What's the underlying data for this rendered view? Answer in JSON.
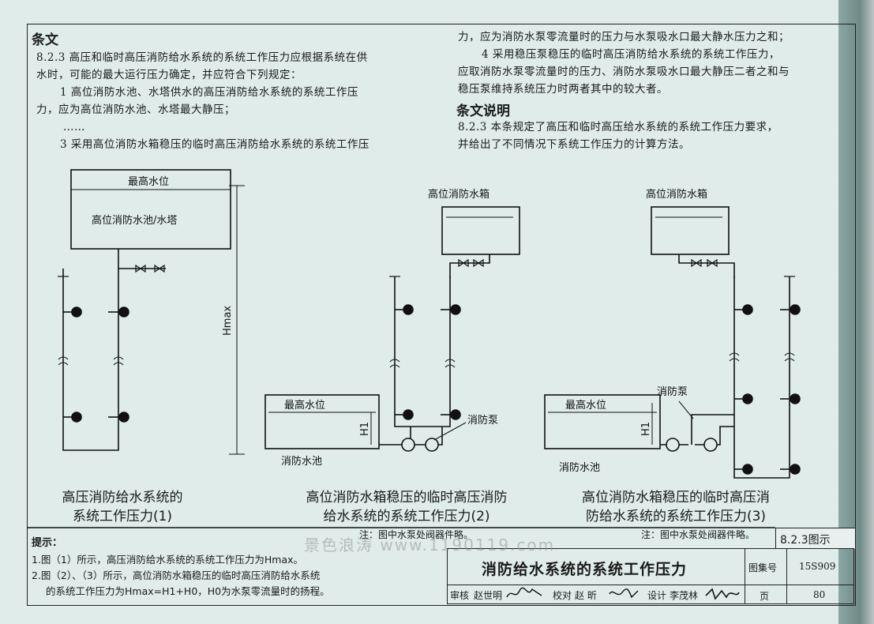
{
  "clause": {
    "heading": "条文",
    "lines": [
      "8.2.3 高压和临时高压消防给水系统的系统工作压力应根据系统在供",
      "水时，可能的最大运行压力确定，并应符合下列规定：",
      "1 高位消防水池、水塔供水的高压消防给水系统的系统工作压",
      "力，应为高位消防水池、水塔最大静压；",
      "……",
      "3 采用高位消防水箱稳压的临时高压消防给水系统的系统工作压"
    ],
    "right_lines": [
      "力，应为消防水泵零流量时的压力与水泵吸水口最大静水压力之和；",
      "4 采用稳压泵稳压的临时高压消防给水系统的系统工作压力，",
      "应取消防水泵零流量时的压力、消防水泵吸水口最大静压二者之和与",
      "稳压泵维持系统压力时两者其中的较大者。"
    ]
  },
  "explanation": {
    "heading": "条文说明",
    "lines": [
      "8.2.3 本条规定了高压和临时高压给水系统的系统工作压力要求，",
      "并给出了不同情况下系统工作压力的计算方法。"
    ]
  },
  "diagrams": {
    "d1": {
      "top_label": "最高水位",
      "tank_label": "高位消防水池/水塔",
      "dim_label": "Hmax"
    },
    "d2": {
      "tank_label": "高位消防水箱",
      "water_level": "最高水位",
      "pool_label": "消防水池",
      "pump_label": "消防泵",
      "dim_label": "H1"
    },
    "d3": {
      "tank_label": "高位消防水箱",
      "water_level": "最高水位",
      "pool_label": "消防水池",
      "pump_label": "消防泵",
      "dim_label": "H1"
    }
  },
  "captions": {
    "c1": [
      "高压消防给水系统的",
      "系统工作压力(1)"
    ],
    "c2": [
      "高位消防水箱稳压的临时高压消防",
      "给水系统的系统工作压力(2)"
    ],
    "c3": [
      "高位消防水箱稳压的临时高压消",
      "防给水系统的系统工作压力(3)"
    ],
    "note2": "注：图中水泵处阀器件略。",
    "note3": "注：图中水泵处阀器件略。"
  },
  "tips": {
    "heading": "提示：",
    "lines": [
      "1.图（1）所示，高压消防给水系统的系统工作压力为Hmax。",
      "2.图（2）、（3）所示，高位消防水箱稳压的临时高压消防给水系统",
      "的系统工作压力为Hmax=H1+H0，H0为水泵零流量时的扬程。"
    ]
  },
  "title_block": {
    "section_tag": "8.2.3图示",
    "title": "消防给水系统的系统工作压力",
    "atlas_label": "图集号",
    "atlas_no": "15S909",
    "review_label": "审核",
    "review_name": "赵世明",
    "check_label": "校对",
    "check_name": "赵 昕",
    "design_label": "设计",
    "design_name": "李茂林",
    "page_label": "页",
    "page_no": "80"
  },
  "watermark": "景色浪涛 www.1190119.com"
}
